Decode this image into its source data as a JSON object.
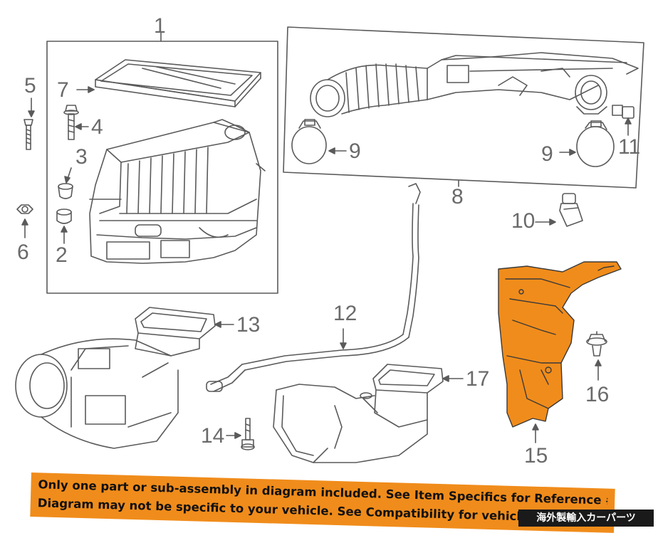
{
  "callouts": {
    "c1": "1",
    "c2": "2",
    "c3": "3",
    "c4": "4",
    "c5": "5",
    "c6": "6",
    "c7": "7",
    "c8": "8",
    "c9a": "9",
    "c9b": "9",
    "c10": "10",
    "c11": "11",
    "c12": "12",
    "c13": "13",
    "c14": "14",
    "c15": "15",
    "c16": "16",
    "c17": "17"
  },
  "banner": {
    "line1": "Only one part or sub-assembly in diagram included. See Item Specifics for Reference #.",
    "line2": "Diagram may not be specific to your vehicle. See Compatibility for vehicle-spec"
  },
  "shop_tag": "海外製輸入カーパーツ",
  "colors": {
    "line": "#5a5a5a",
    "highlight_part": "#f08c1b",
    "banner": "#f08c1b",
    "tag_bg": "#1a1a1a"
  }
}
